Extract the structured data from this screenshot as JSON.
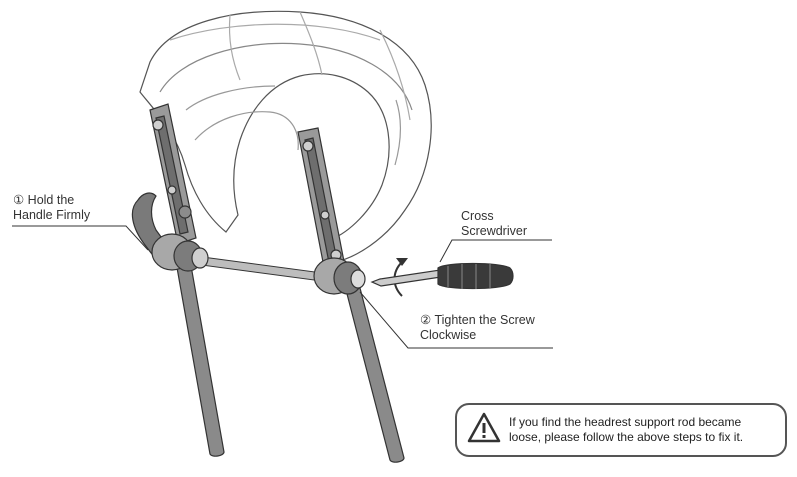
{
  "callouts": {
    "hold_handle": [
      "① Hold the",
      "Handle Firmly"
    ],
    "screwdriver": [
      "Cross",
      "Screwdriver"
    ],
    "tighten_screw": [
      "② Tighten the Screw",
      "Clockwise"
    ]
  },
  "notice": {
    "lines": [
      "If you find the headrest support rod became",
      "loose, please follow the above steps to fix it."
    ],
    "icon": "warning-triangle-icon"
  },
  "colors": {
    "line": "#333333",
    "outline": "#444444"
  }
}
